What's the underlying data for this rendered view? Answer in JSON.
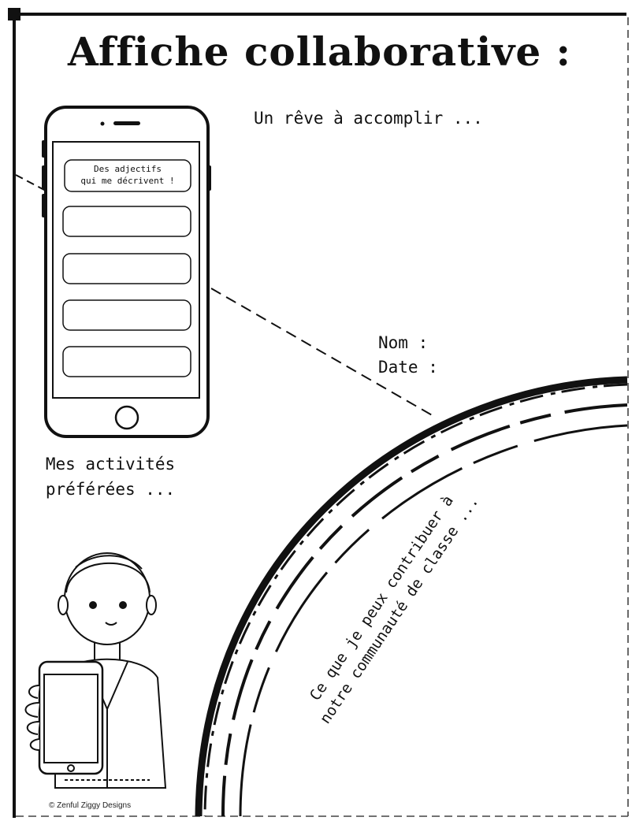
{
  "title": "Affiche collaborative :",
  "prompts": {
    "dream": "Un rêve à accomplir ...",
    "name": "Nom :",
    "date": "Date :",
    "activities_line1": "Mes activités",
    "activities_line2": "préférées ...",
    "contribute_line1": "Ce que je peux contribuer à",
    "contribute_line2": "notre communauté de classe ..."
  },
  "phone": {
    "bubble_line1": "Des adjectifs",
    "bubble_line2": "qui me décrivent !",
    "empty_bubbles": 4
  },
  "illustration": {
    "icon": "boy-holding-phone-icon"
  },
  "copyright": "© Zenful Ziggy Designs"
}
